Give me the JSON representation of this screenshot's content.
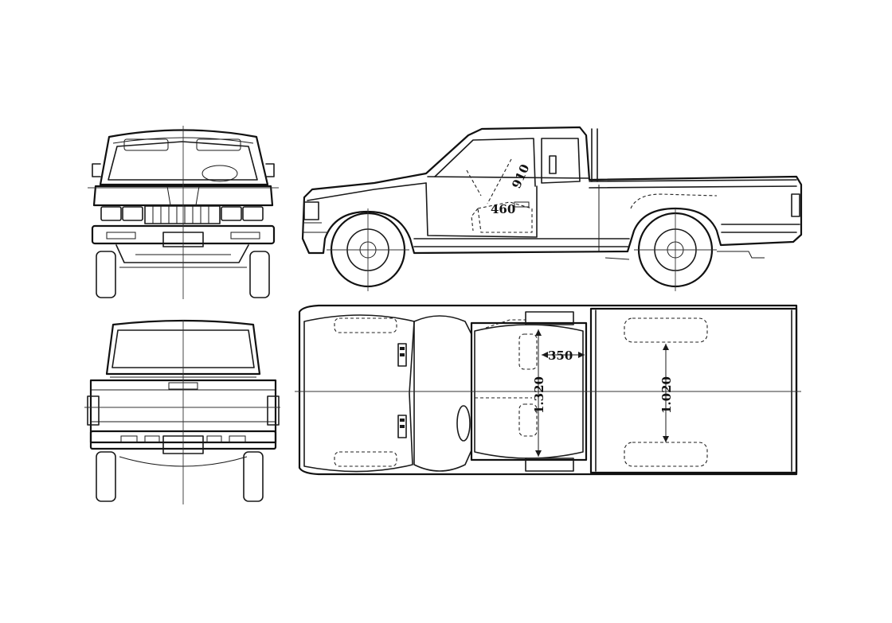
{
  "dimensions": {
    "headroom_front": "910",
    "seat_height_front": "460",
    "seat_depth_rear": "350",
    "cab_inner_width": "1.320",
    "bed_wheelhouse_width": "1.020"
  }
}
